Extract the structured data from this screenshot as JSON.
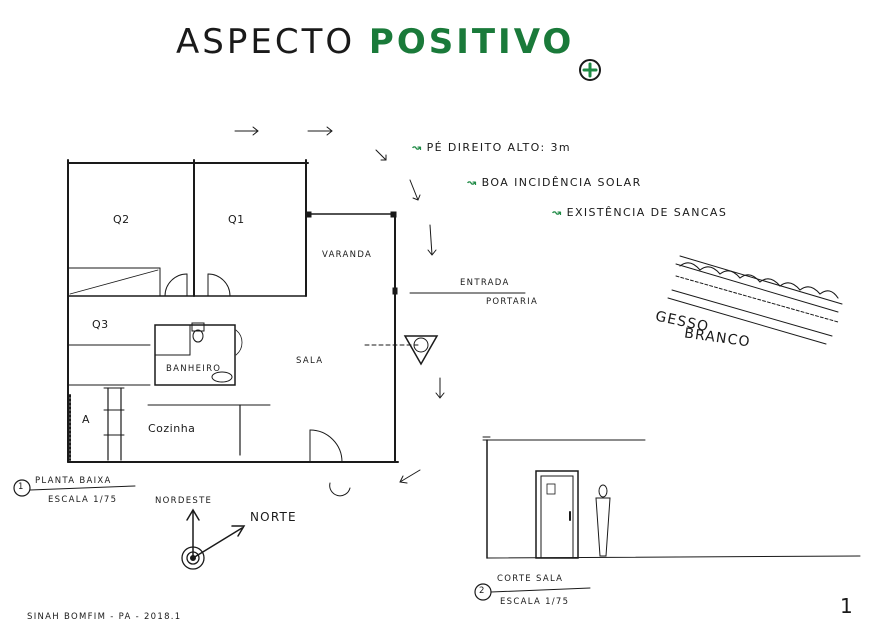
{
  "title": {
    "part1": "ASPECTO ",
    "part2": "POSITIVO",
    "plus": "+"
  },
  "notes": [
    "PÉ DIREITO ALTO: 3m",
    "BOA INCIDÊNCIA SOLAR",
    "EXISTÊNCIA DE SANCAS"
  ],
  "rooms": {
    "q2": "Q2",
    "q1": "Q1",
    "q3": "Q3",
    "varanda": "VARANDA",
    "banheiro": "BANHEIRO",
    "sala": "SALA",
    "cozinha": "Cozinha",
    "a": "A"
  },
  "entrance": {
    "label": "ENTRADA",
    "sub": "PORTARIA"
  },
  "gesso": {
    "line1": "GESSO",
    "line2": "BRANCO"
  },
  "planta": {
    "num": "1",
    "label": "PLANTA BAIXA",
    "scale": "ESCALA 1/75"
  },
  "corte": {
    "num": "2",
    "label": "CORTE SALA",
    "scale": "ESCALA 1/75"
  },
  "compass": {
    "northeast": "NORDESTE",
    "north": "NORTE"
  },
  "author": "SINAH BOMFIM - PA - 2018.1",
  "page_number": "1",
  "colors": {
    "ink": "#1a1a1a",
    "green": "#1f8a45"
  }
}
